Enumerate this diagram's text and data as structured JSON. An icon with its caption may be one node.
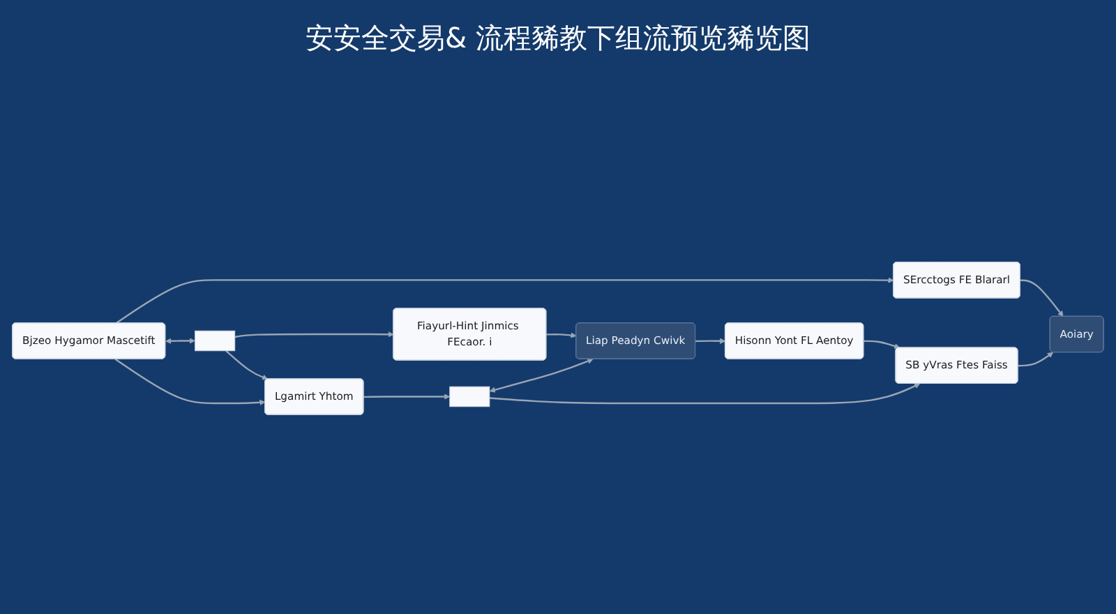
{
  "diagram": {
    "title": "安安全交易& 流程豨教下组流预览豨览图",
    "nodes": [
      {
        "text": [
          "Fiayurl-Hint Jinmics FEcaor. i"
        ]
      },
      {
        "text": [
          "Liap Peadyn Cwivk"
        ]
      },
      {
        "text": [
          "Hisonn Yont FL Aentoy"
        ]
      },
      {
        "text": [],
        "shape": "box"
      },
      {
        "text": [
          "Lgamirt Yhtom"
        ]
      },
      {
        "text": [],
        "shape": "box"
      },
      {
        "text": [
          "SB yVras Ftes Faiss"
        ]
      },
      {
        "text": [
          "Bjzeo Hygamor Mascetift"
        ]
      },
      {
        "text": [
          "SErcctogs FE Blararl"
        ]
      },
      {
        "text": [
          "Aoiary"
        ]
      }
    ],
    "edges": [
      {
        "from": 0,
        "to": 1,
        "arrow": "to"
      },
      {
        "from": 1,
        "to": 2,
        "arrow": "to"
      },
      {
        "from": 3,
        "to": 0,
        "arrow": "to"
      },
      {
        "from": 5,
        "to": 1,
        "arrow": "both"
      },
      {
        "from": 2,
        "to": 6,
        "arrow": "to"
      },
      {
        "from": 3,
        "to": 4,
        "arrow": "to"
      },
      {
        "from": 4,
        "to": 5,
        "arrow": "to"
      },
      {
        "from": 5,
        "to": 6,
        "arrow": "to"
      },
      {
        "from": 7,
        "to": 3,
        "arrow": "both"
      },
      {
        "from": 7,
        "to": 4,
        "arrow": "to"
      },
      {
        "from": 7,
        "to": 8,
        "arrow": "to"
      },
      {
        "from": 8,
        "to": 9,
        "arrow": "to"
      },
      {
        "from": 6,
        "to": 9,
        "arrow": "to"
      }
    ]
  }
}
